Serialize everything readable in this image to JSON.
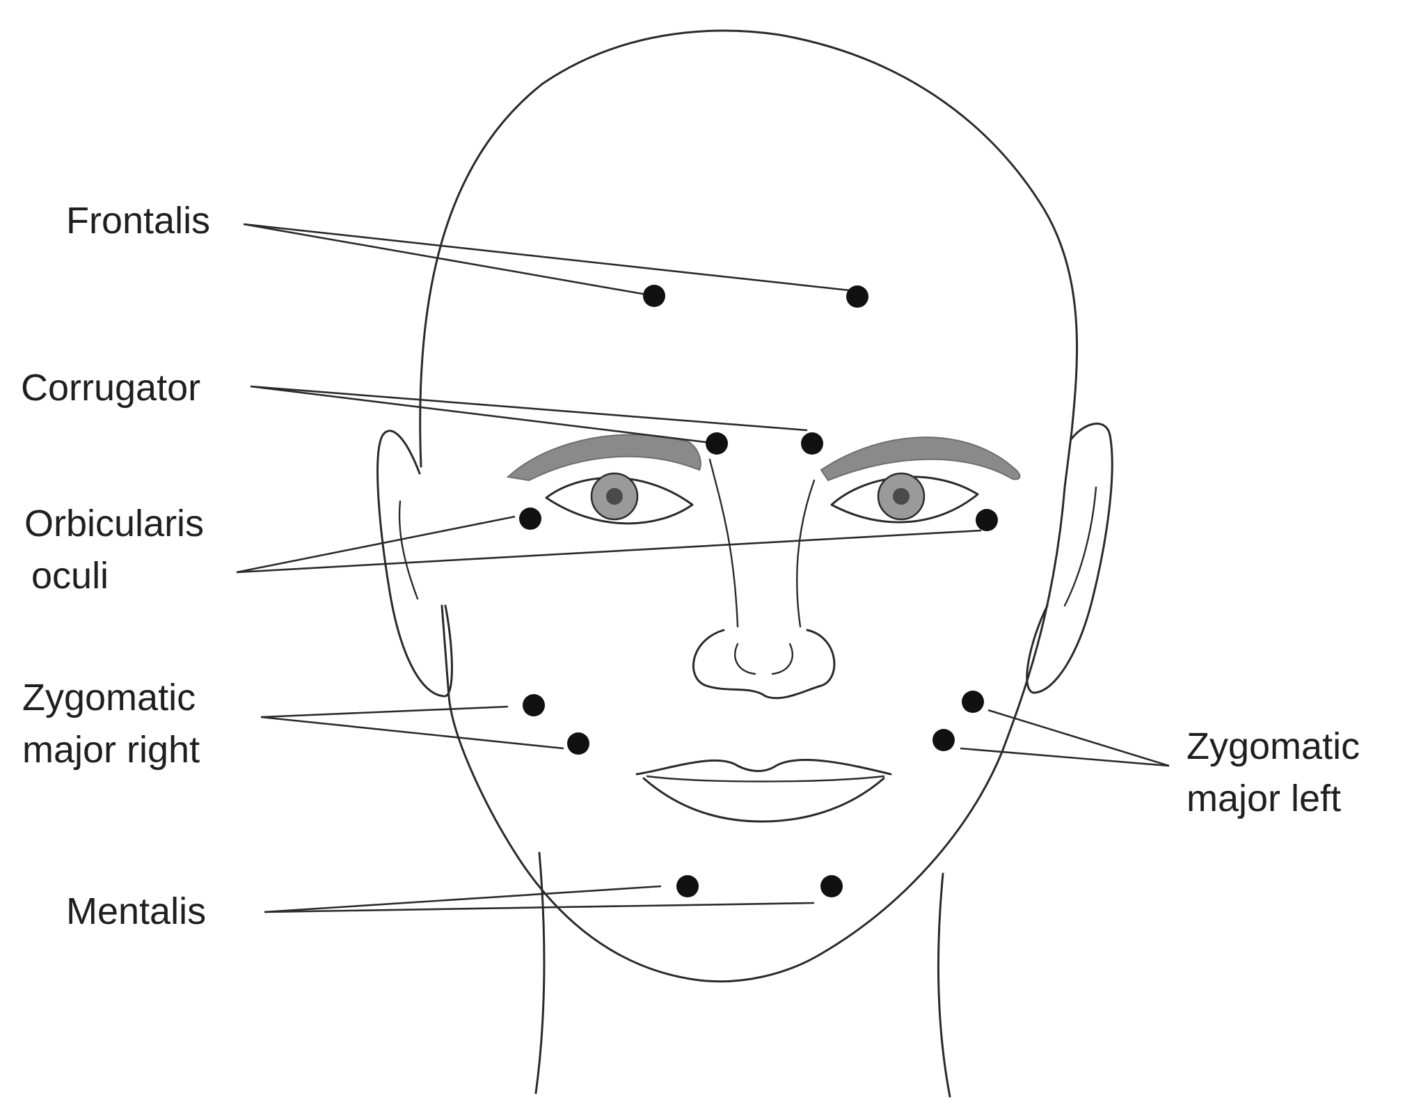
{
  "labels": {
    "frontalis": "Frontalis",
    "corrugator": "Corrugator",
    "orbicularis_line1": "Orbicularis",
    "orbicularis_line2": "oculi",
    "zyg_right_line1": "Zygomatic",
    "zyg_right_line2": "major right",
    "zyg_left_line1": "Zygomatic",
    "zyg_left_line2": "major left",
    "mentalis": "Mentalis"
  },
  "colors": {
    "ink": "#2a2a2a",
    "marker": "#111111",
    "brow": "#8a8a8a",
    "iris": "#8e8e8e"
  }
}
